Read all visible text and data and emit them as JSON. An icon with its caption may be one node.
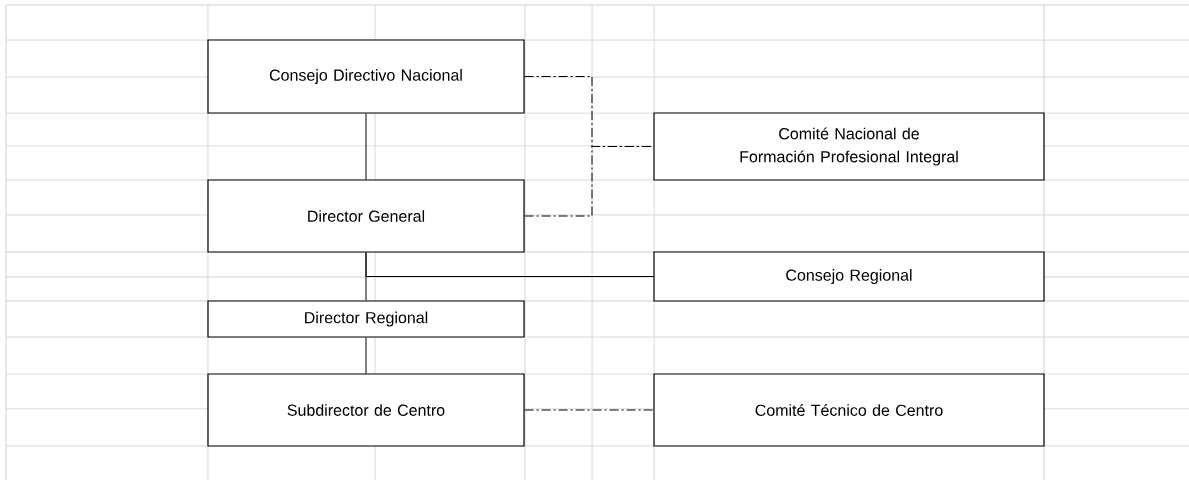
{
  "diagram": {
    "nodes": [
      {
        "text": [
          "Consejo Directivo Nacional"
        ]
      },
      {
        "text": [
          "Comité Nacional de Formación Profesional Integral"
        ]
      },
      {
        "text": [
          "Director General"
        ]
      },
      {
        "text": [
          "Consejo Regional"
        ]
      },
      {
        "text": [
          "Director Regional"
        ]
      },
      {
        "text": [
          "Subdirector de Centro"
        ]
      },
      {
        "text": [
          "Comité Técnico de Centro"
        ]
      }
    ],
    "edges": [
      {
        "from": 0,
        "to": 2,
        "arrow": "none"
      },
      {
        "from": 0,
        "to": 1,
        "arrow": "none",
        "style": "dashed"
      },
      {
        "from": 2,
        "to": 1,
        "arrow": "none",
        "style": "dashed"
      },
      {
        "from": 2,
        "to": 4,
        "arrow": "none"
      },
      {
        "from": 2,
        "to": 3,
        "arrow": "none"
      },
      {
        "from": 4,
        "to": 5,
        "arrow": "none"
      },
      {
        "from": 5,
        "to": 6,
        "arrow": "none",
        "style": "dashed"
      }
    ]
  }
}
